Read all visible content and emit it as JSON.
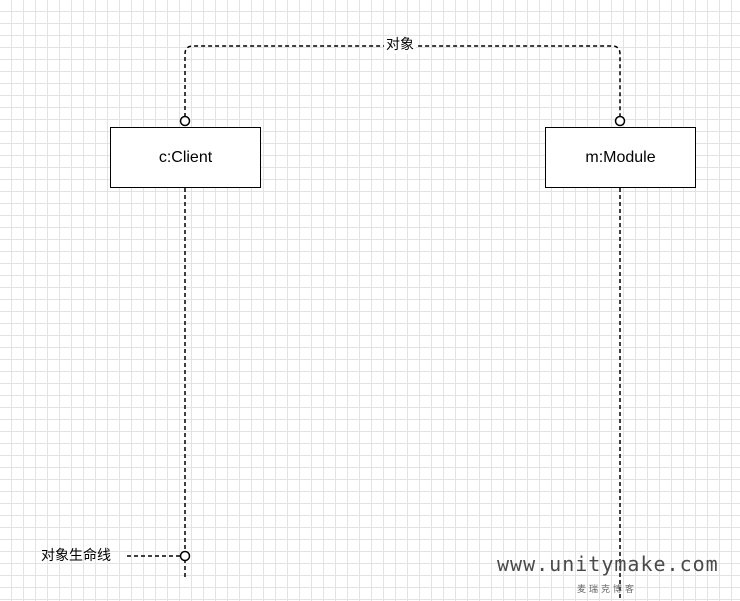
{
  "diagram": {
    "nodes": [
      {
        "id": "client",
        "label": "c:Client"
      },
      {
        "id": "module",
        "label": "m:Module"
      }
    ],
    "connector_label": "对象",
    "lifeline_label": "对象生命线"
  },
  "watermark": {
    "site": "www.unitymake.com",
    "subtitle": "麦瑞克博客"
  }
}
